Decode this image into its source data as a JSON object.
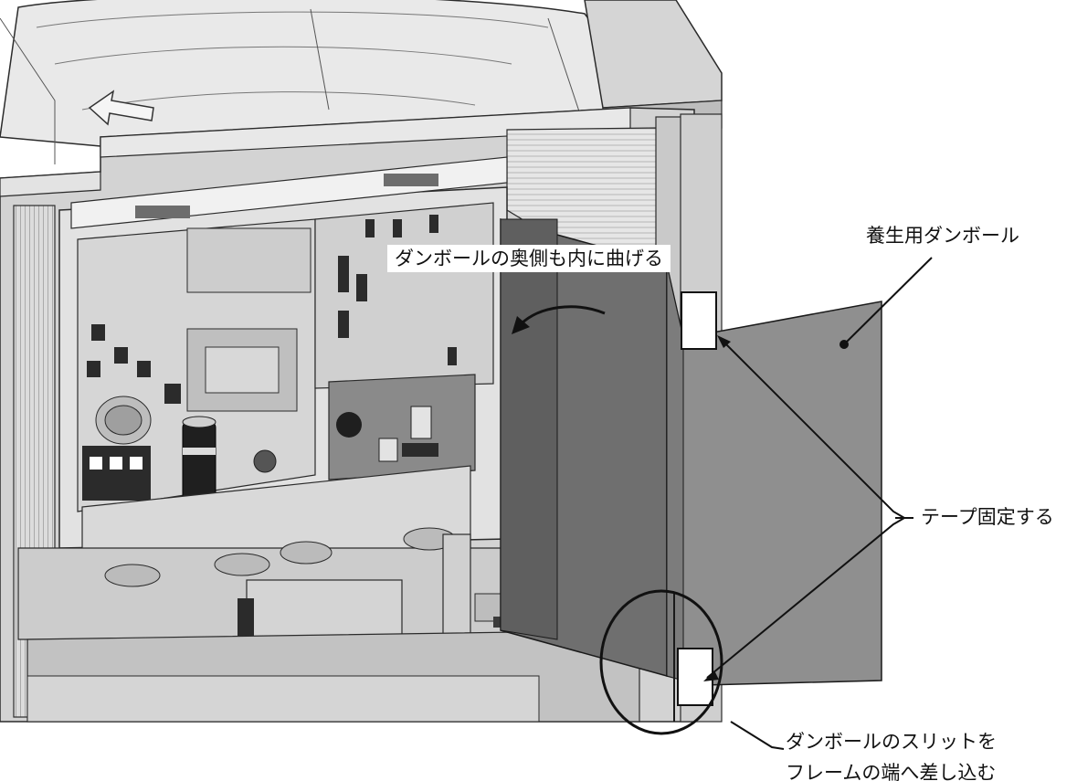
{
  "annotations": {
    "bend_inside": "ダンボールの奥側も内に曲げる",
    "protective_cardboard": "養生用ダンボール",
    "tape_fix": "テープ固定する",
    "slit_insert": [
      "ダンボールのスリットを",
      "フレームの端へ差し込む"
    ]
  },
  "colors": {
    "cardboard_front": "#8f8f8f",
    "cardboard_side": "#6f6f6f",
    "frame": "#c8c8c8",
    "panel": "#d9d9d9",
    "line": "#2b2b2b"
  }
}
